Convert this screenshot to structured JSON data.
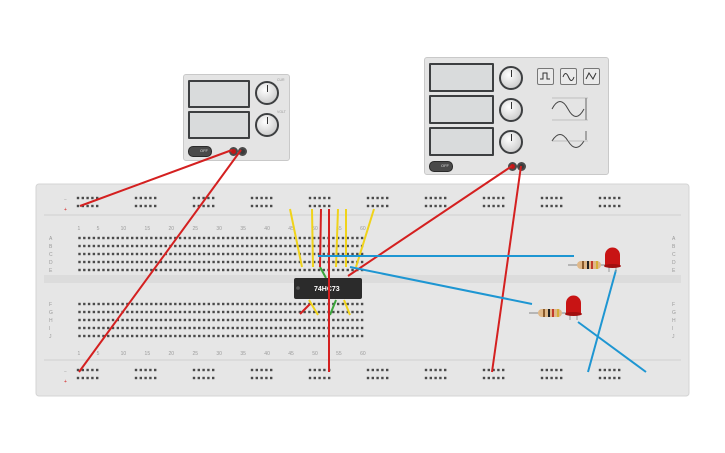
{
  "chip": {
    "label": "74HC73"
  },
  "breadboard": {
    "column_labels": [
      "1",
      "5",
      "10",
      "15",
      "20",
      "25",
      "30",
      "35",
      "40",
      "45",
      "50",
      "55",
      "60"
    ],
    "row_labels_top": [
      "A",
      "B",
      "C",
      "D",
      "E"
    ],
    "row_labels_bottom": [
      "F",
      "G",
      "H",
      "I",
      "J"
    ],
    "rail_minus": "−",
    "rail_plus": "+"
  },
  "dc_power_supply": {
    "button_label": "OFF",
    "knob_labels": [
      "CUR",
      "VOLT"
    ]
  },
  "function_generator": {
    "button_label": "OFF",
    "waveforms": [
      "square-wave-icon",
      "sine-wave-icon",
      "triangle-wave-icon"
    ]
  },
  "colors": {
    "wire_red": "#d42020",
    "wire_yellow": "#f0d31a",
    "wire_blue": "#1e96d2",
    "led_red": "#c81414",
    "chip_body": "#2b2b2b"
  }
}
